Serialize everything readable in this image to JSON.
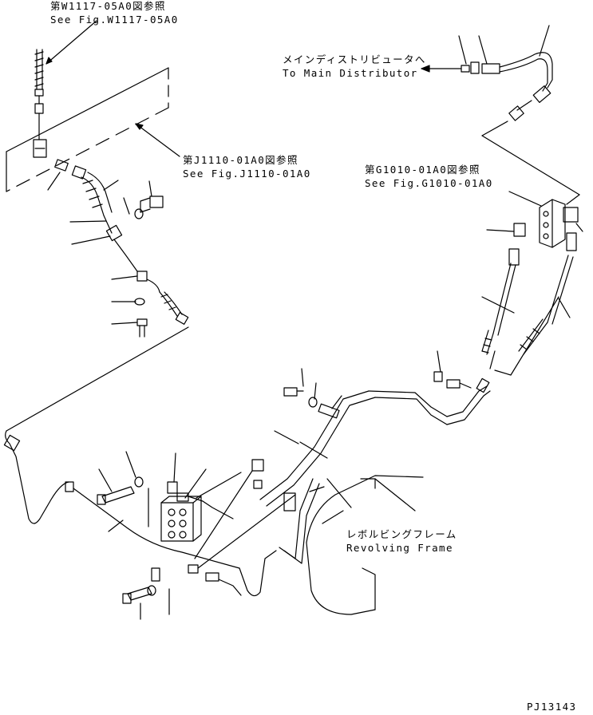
{
  "refs": {
    "w1117": {
      "jp": "第W1117-05A0図参照",
      "en": "See Fig.W1117-05A0"
    },
    "j1110": {
      "jp": "第J1110-01A0図参照",
      "en": "See Fig.J1110-01A0"
    },
    "g1010": {
      "jp": "第G1010-01A0図参照",
      "en": "See Fig.G1010-01A0"
    }
  },
  "labels": {
    "main_distributor": {
      "jp": "メインディストリビュータへ",
      "en": "To Main Distributor"
    },
    "revolving_frame": {
      "jp": "レボルビングフレーム",
      "en": "Revolving Frame"
    }
  },
  "drawing_number": "PJ13143"
}
